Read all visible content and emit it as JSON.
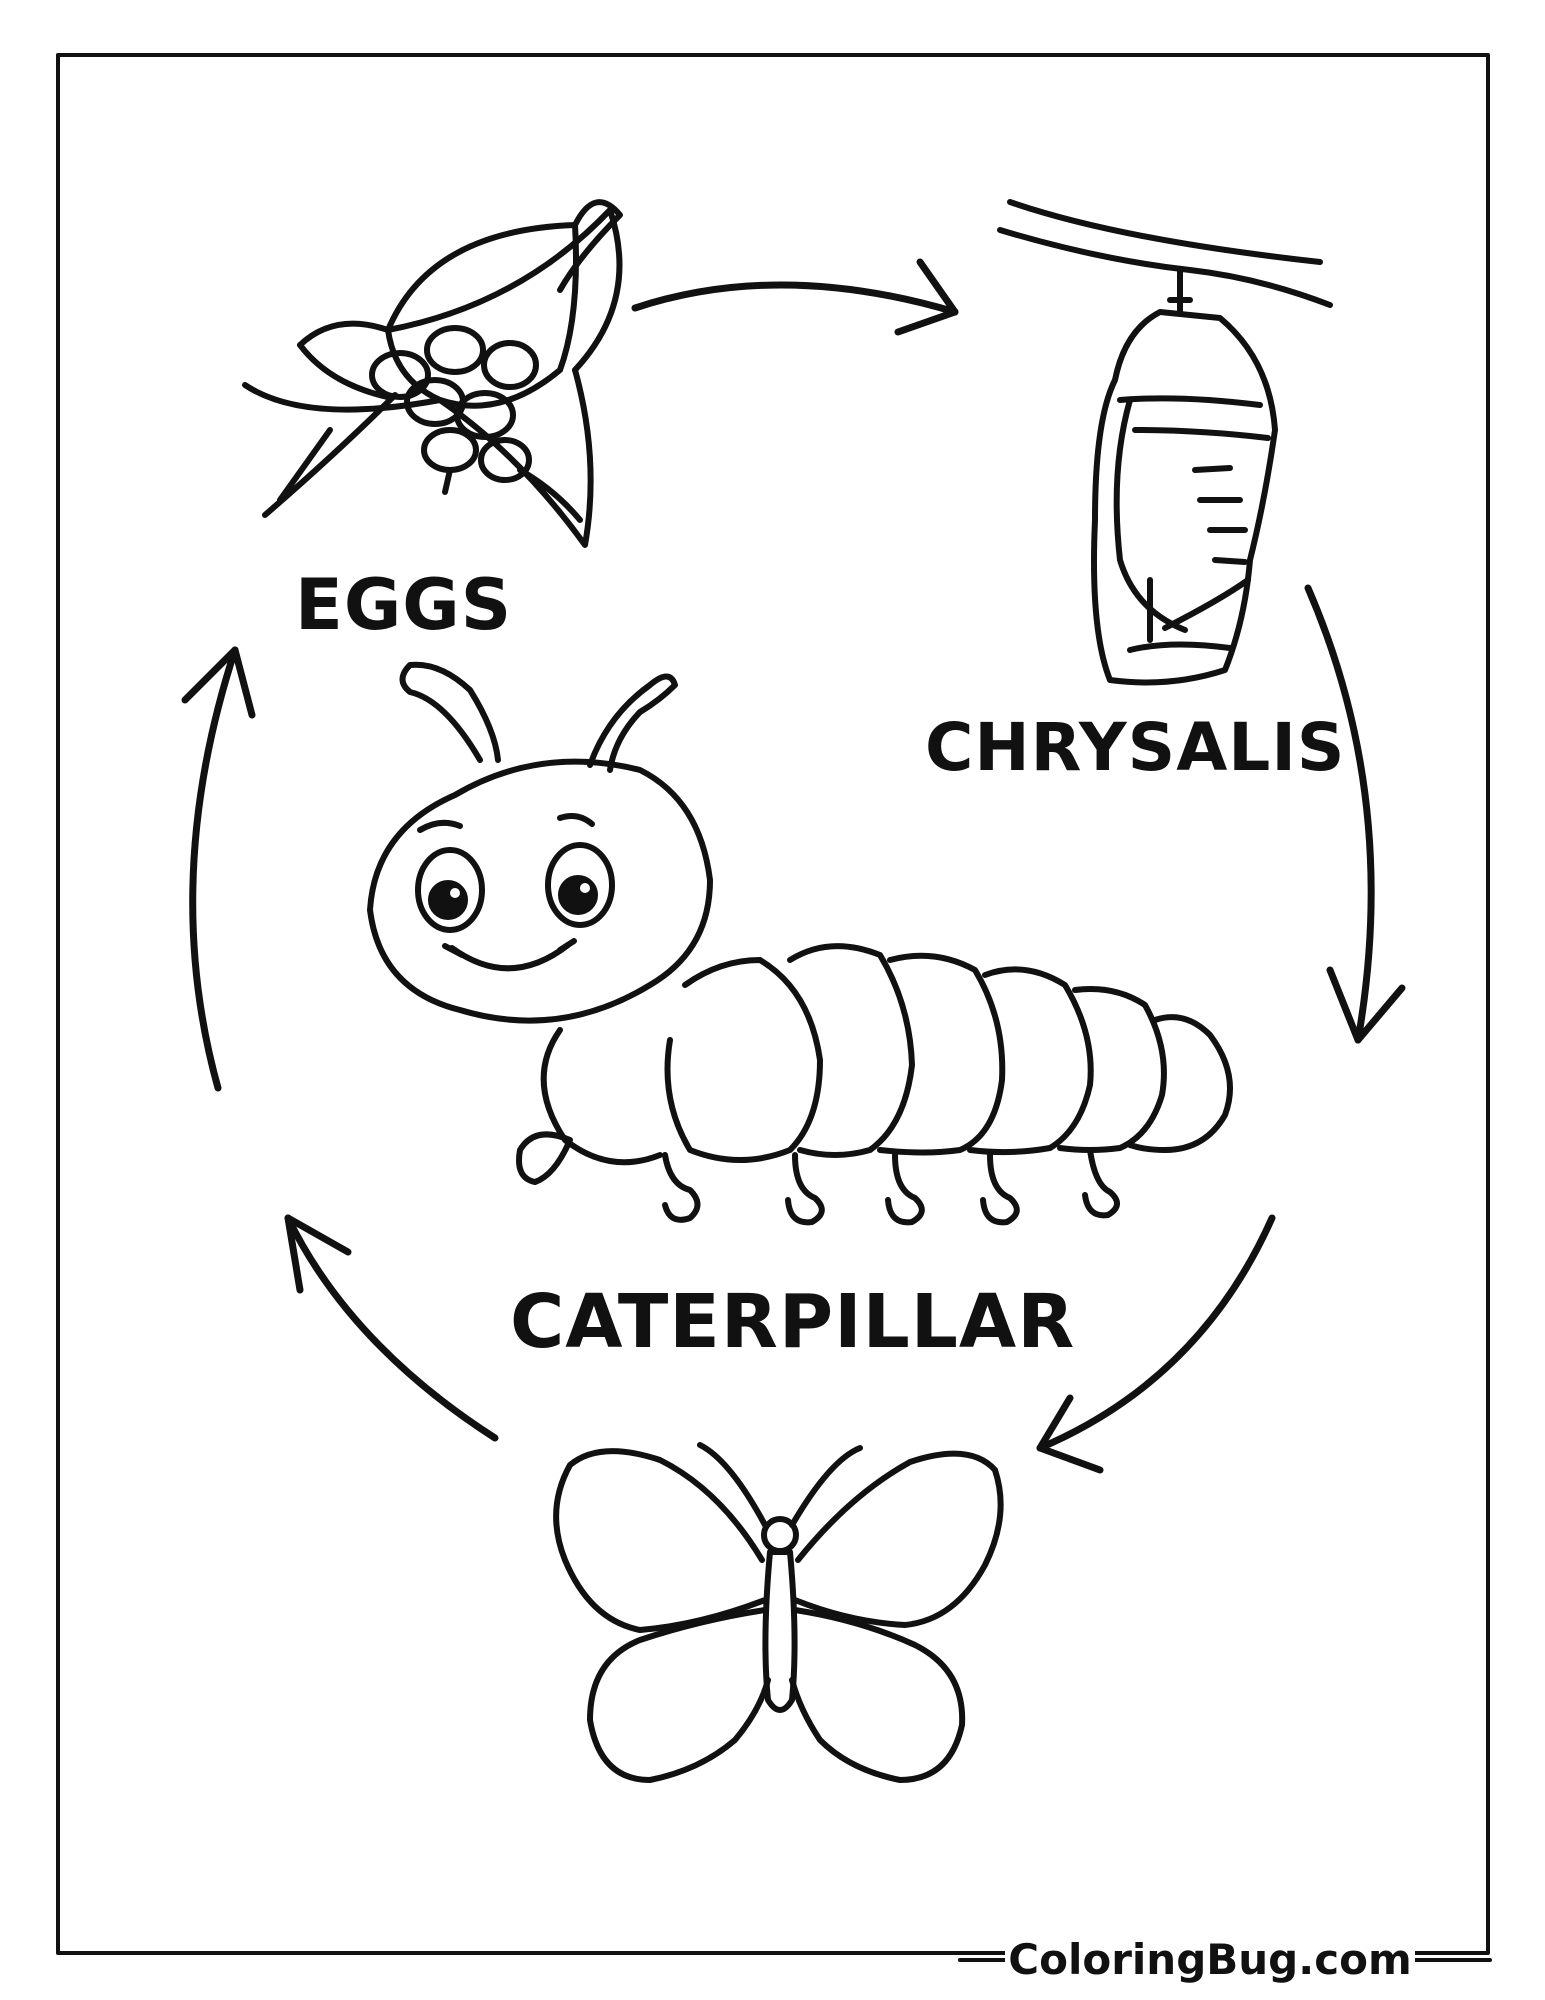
{
  "stages": {
    "eggs": "EGGS",
    "chrysalis": "CHRYSALIS",
    "caterpillar": "CATERPILLAR"
  },
  "credit": "ColoringBug.com",
  "colors": {
    "line": "#111111",
    "background": "#ffffff"
  },
  "icons": [
    "leaf-with-eggs-icon",
    "hanging-chrysalis-icon",
    "caterpillar-icon",
    "butterfly-icon",
    "cycle-arrow-icon"
  ]
}
